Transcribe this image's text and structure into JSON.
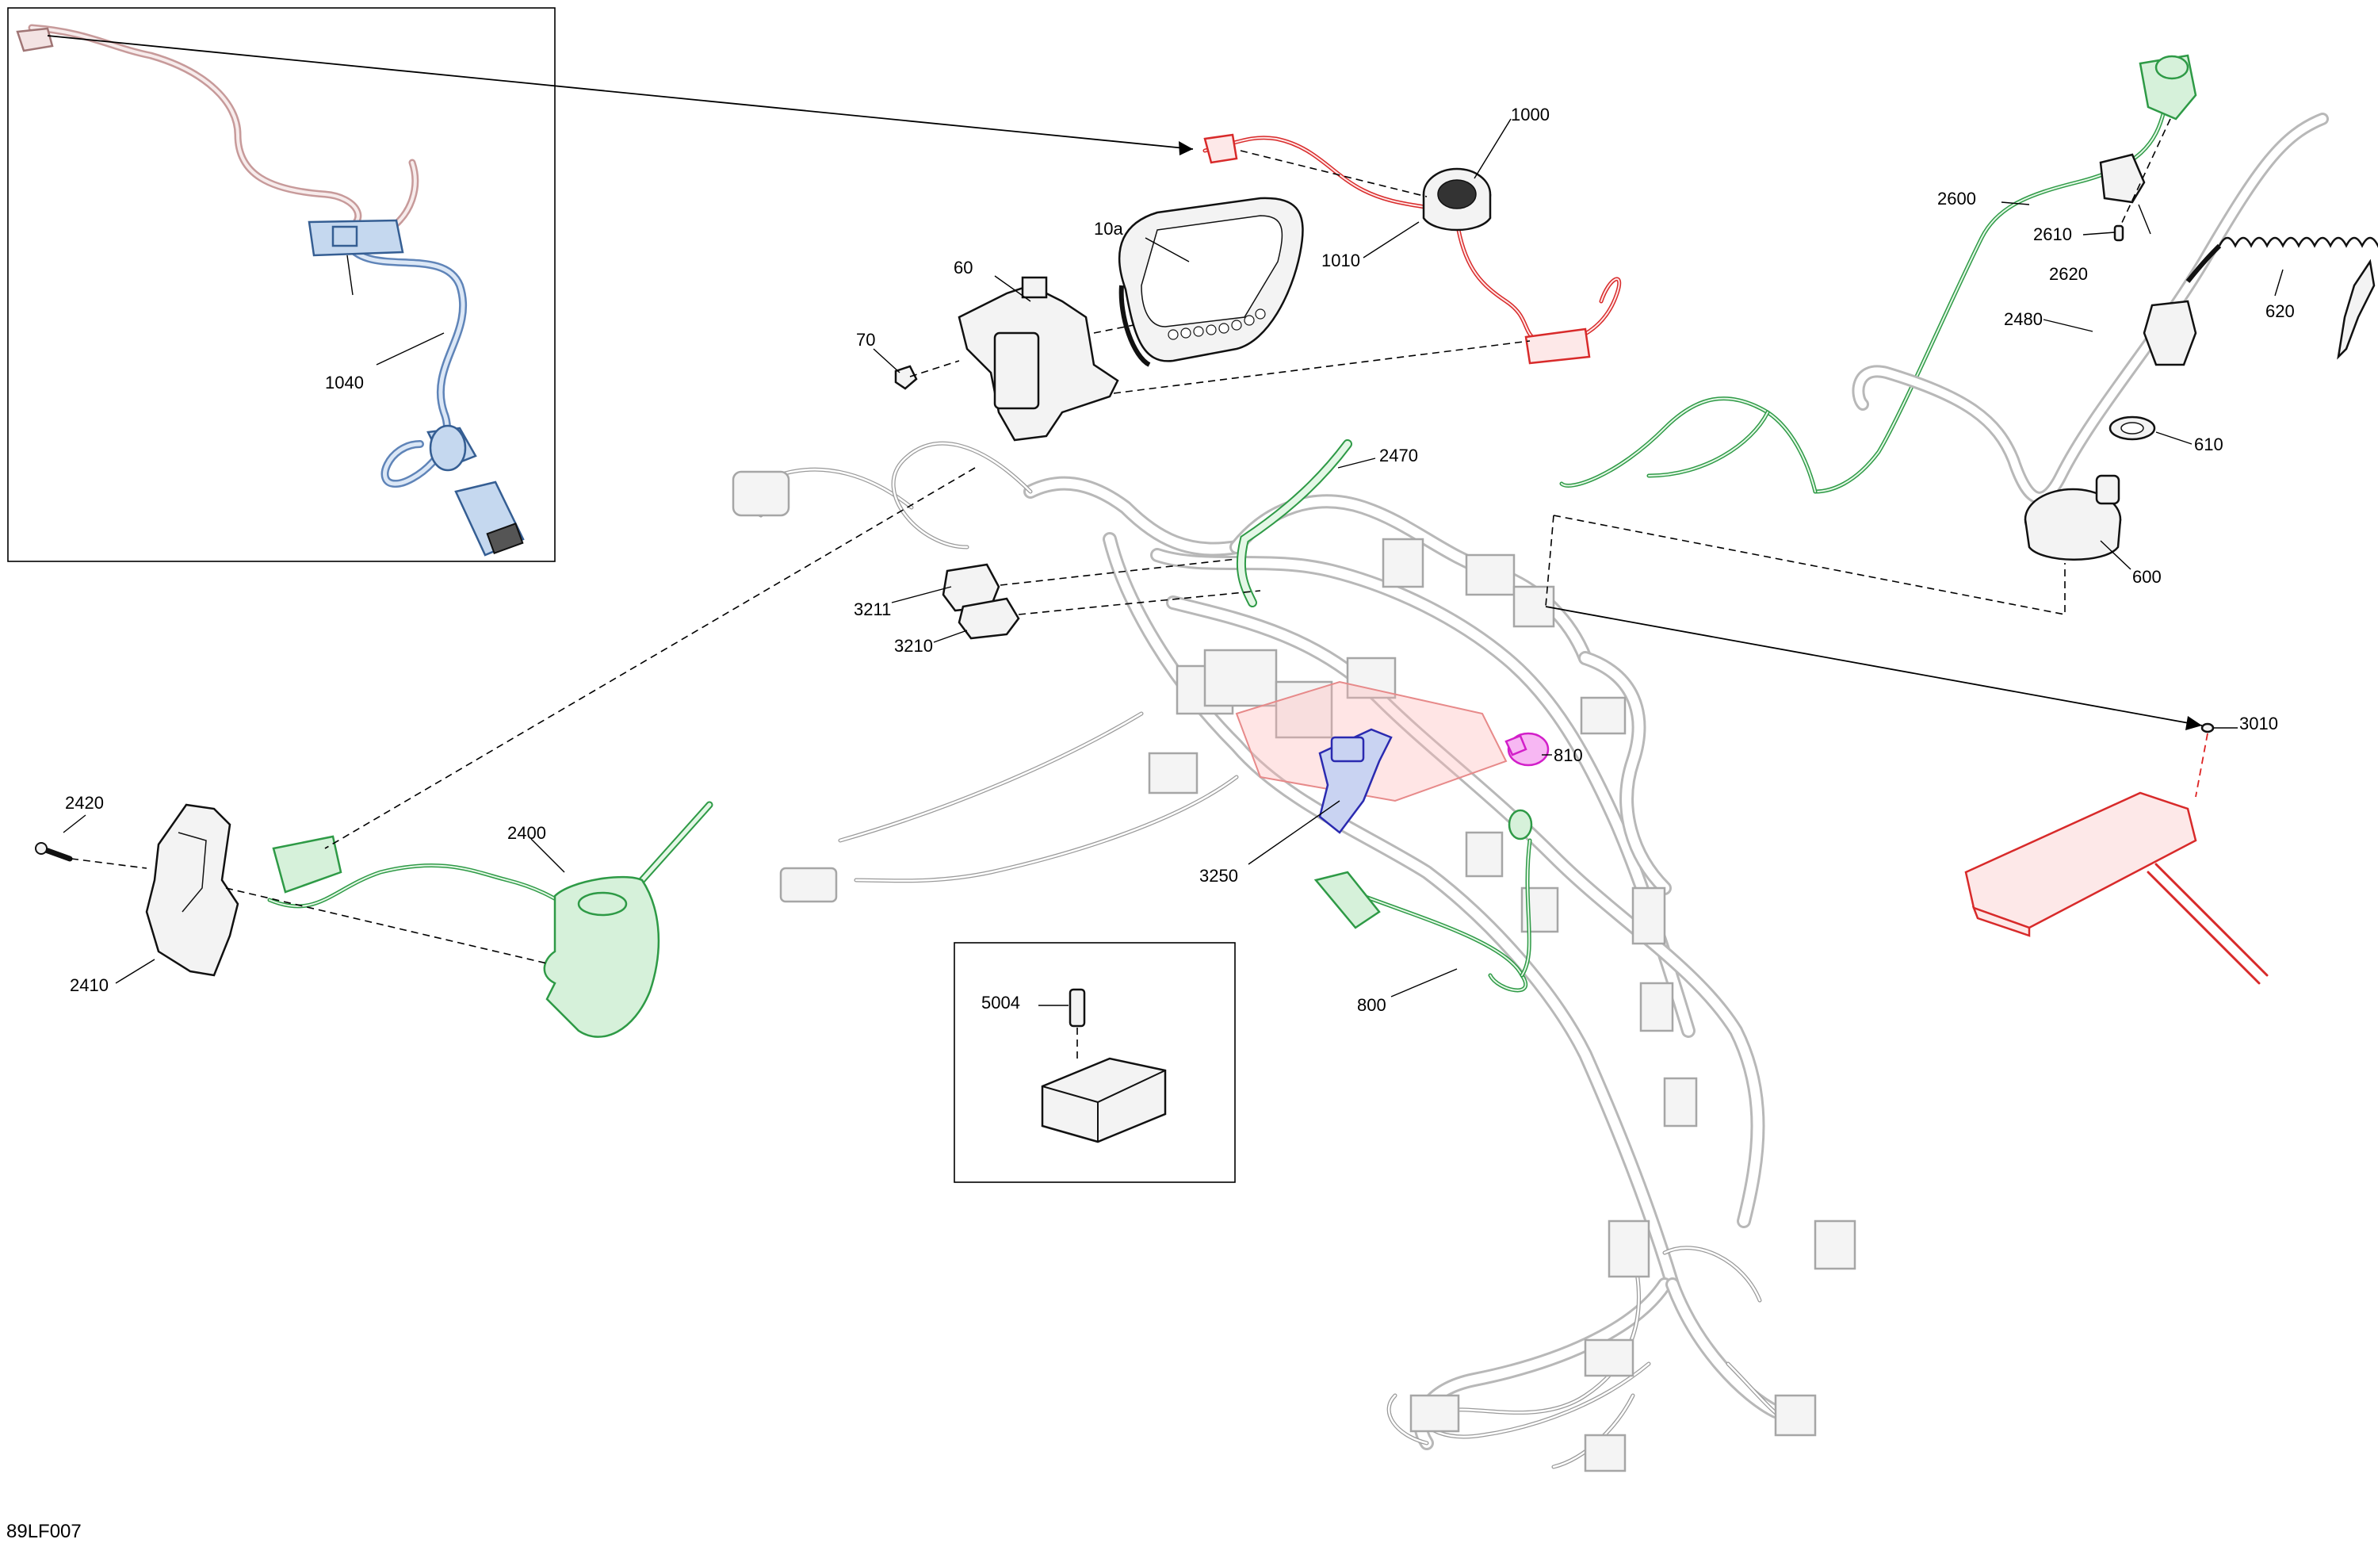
{
  "figure_code": "89LF007",
  "callouts": {
    "c1000": "1000",
    "c1010": "1010",
    "c1040": "1040",
    "c10a": "10a",
    "c60": "60",
    "c70": "70",
    "c2600": "2600",
    "c2610": "2610",
    "c2620": "2620",
    "c2480": "2480",
    "c620": "620",
    "c610": "610",
    "c600": "600",
    "c2470": "2470",
    "c3211": "3211",
    "c3210": "3210",
    "c3010": "3010",
    "c810": "810",
    "c3250": "3250",
    "c800": "800",
    "c2420": "2420",
    "c2400": "2400",
    "c2410": "2410",
    "c5004": "5004"
  },
  "colors": {
    "green": "#2e9a46",
    "red": "#d82a2a",
    "blue": "#2a2ab0",
    "magenta": "#d21fc9",
    "light_blue": "#5f84b8",
    "grey": "#a6a6a6",
    "black": "#111111"
  }
}
